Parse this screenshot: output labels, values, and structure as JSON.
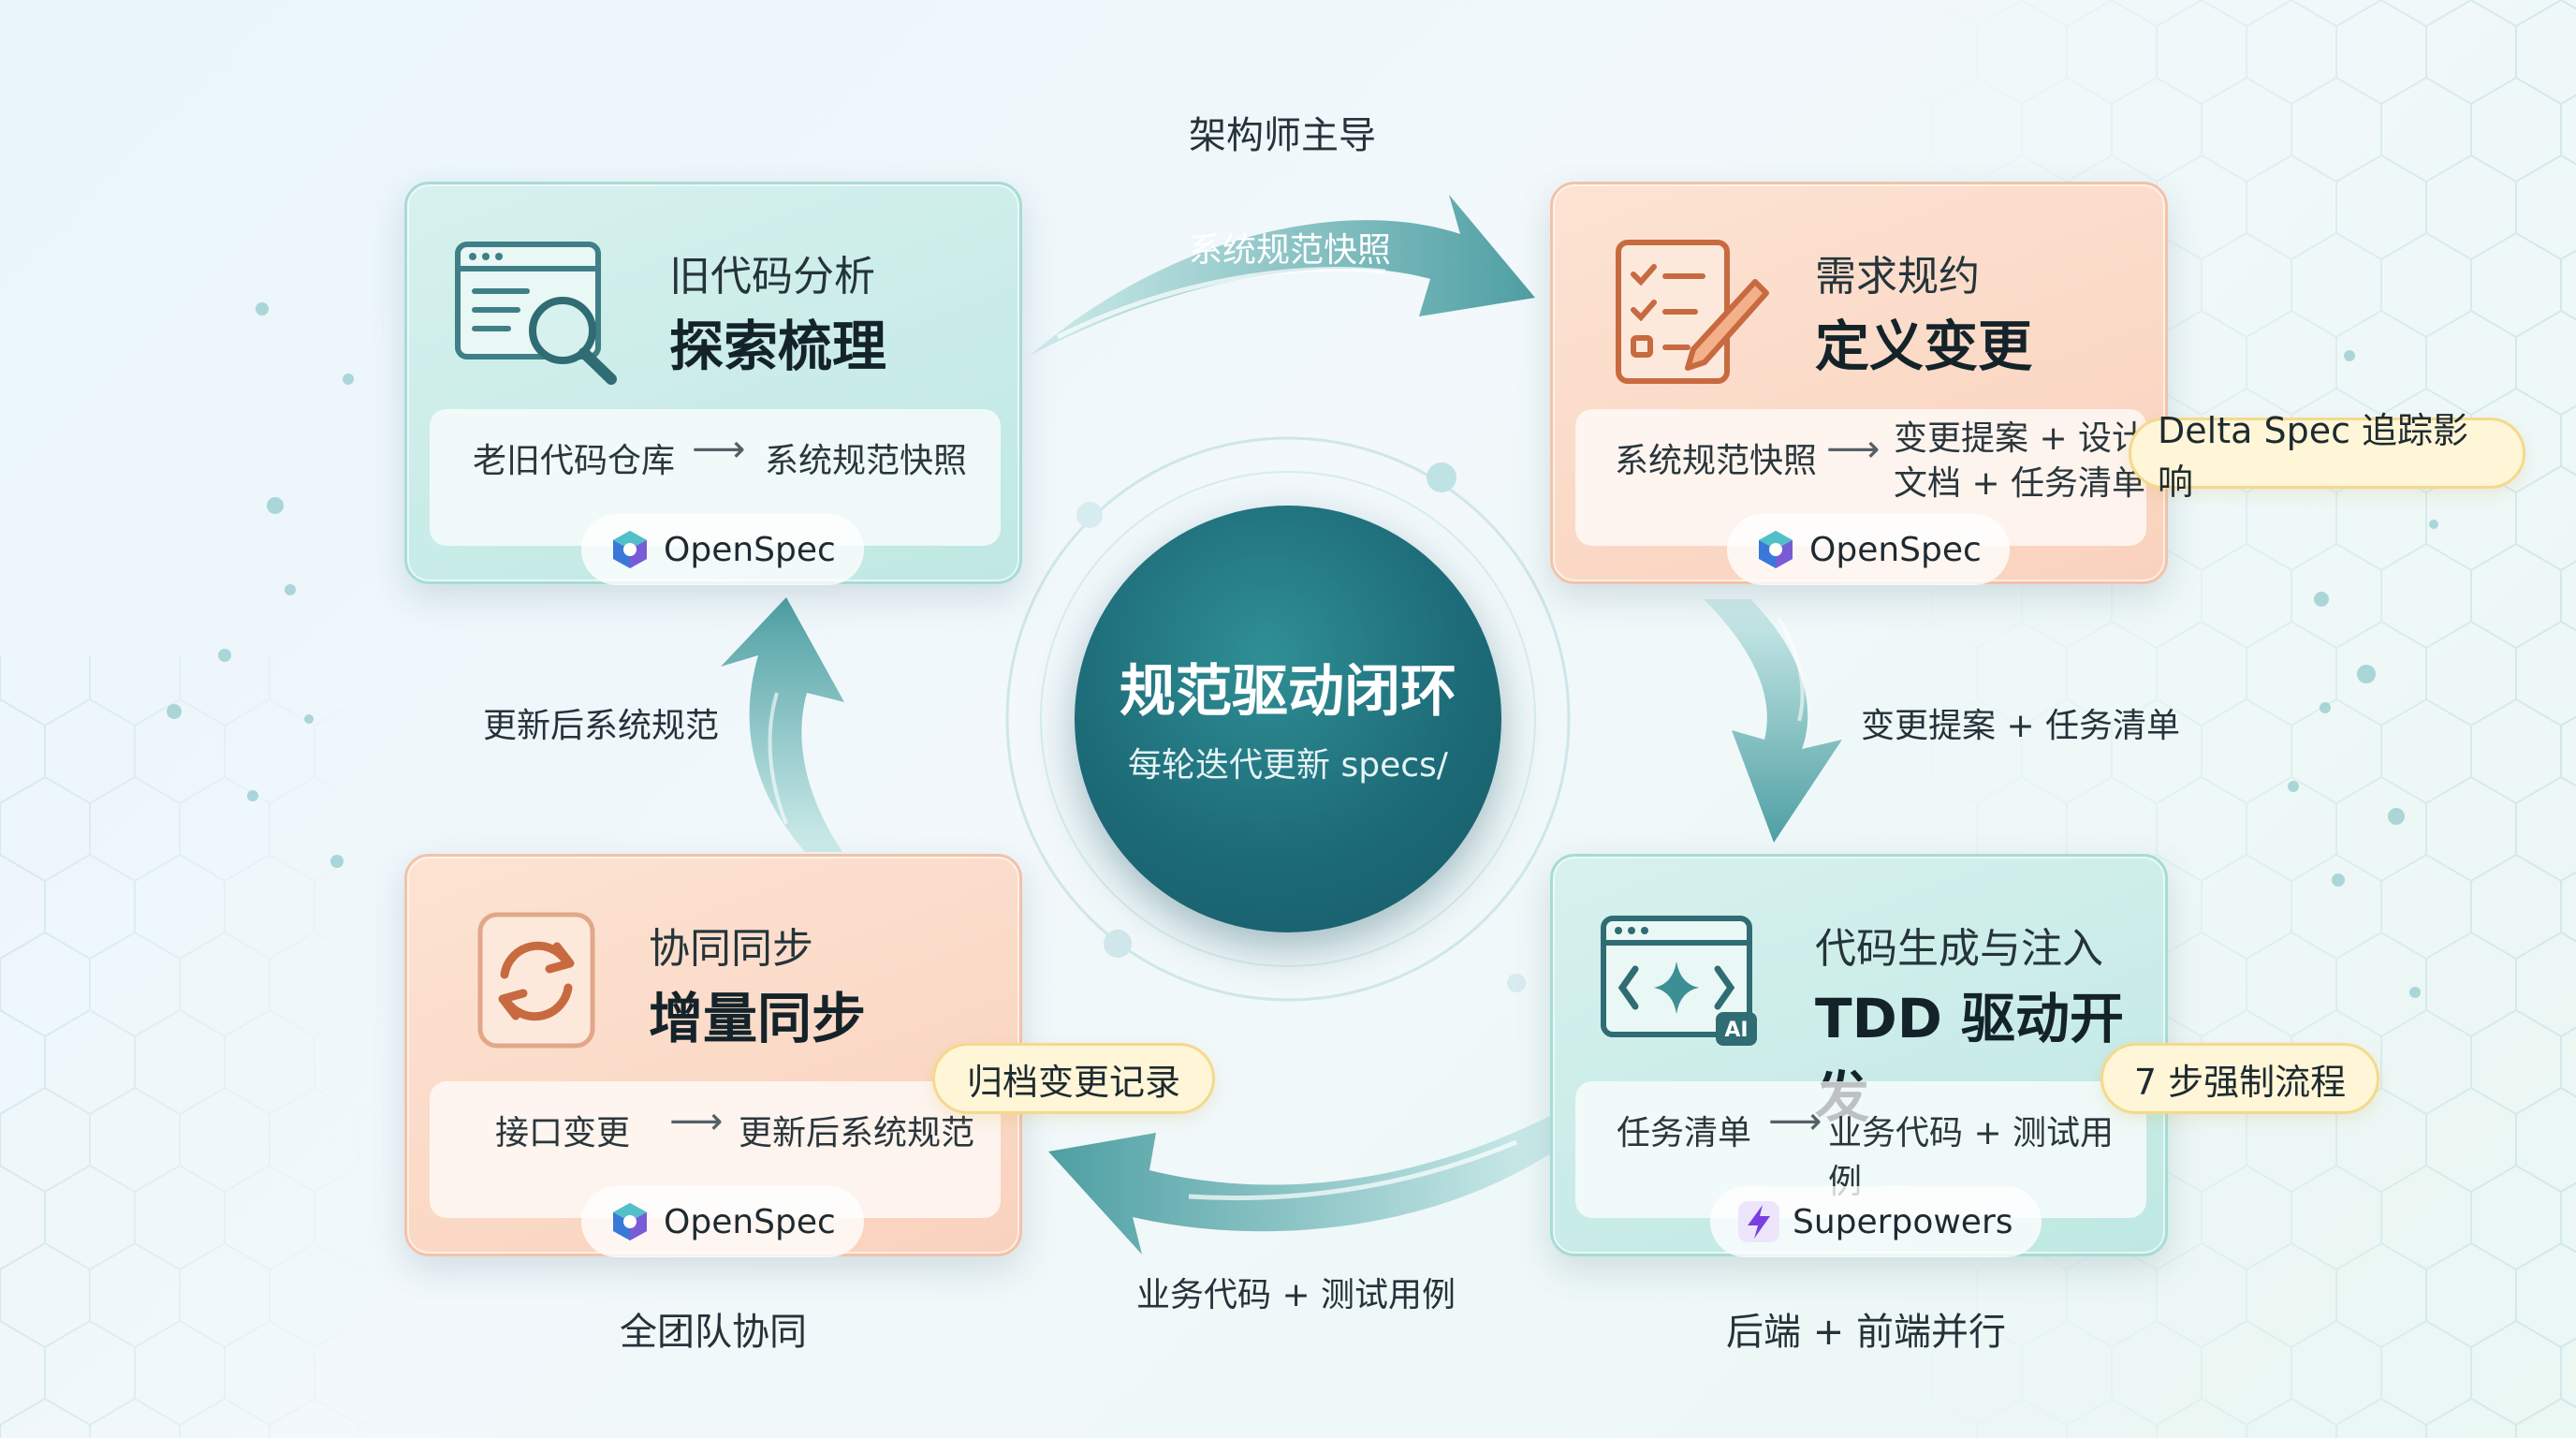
{
  "center": {
    "title": "规范驱动闭环",
    "subtitle": "每轮迭代更新 specs/"
  },
  "cards": {
    "analyze": {
      "subtitle": "旧代码分析",
      "title": "探索梳理",
      "flow_from": "老旧代码仓库",
      "flow_arrow": "⟶",
      "flow_to": "系统规范快照",
      "tool": "OpenSpec",
      "icon": "code-search-icon"
    },
    "spec": {
      "subtitle": "需求规约",
      "title": "定义变更",
      "flow_from": "系统规范快照",
      "flow_arrow": "⟶",
      "flow_to_line1": "变更提案 + 设计",
      "flow_to_line2": "文档 + 任务清单",
      "tool": "OpenSpec",
      "icon": "checklist-pen-icon"
    },
    "generate": {
      "subtitle": "代码生成与注入",
      "title": "TDD 驱动开发",
      "flow_from": "任务清单",
      "flow_arrow": "⟶",
      "flow_to": "业务代码 + 测试用例",
      "tool": "Superpowers",
      "icon": "ai-window-icon"
    },
    "sync": {
      "subtitle": "协同同步",
      "title": "增量同步",
      "flow_from": "接口变更",
      "flow_arrow": "⟶",
      "flow_to": "更新后系统规范",
      "tool": "OpenSpec",
      "icon": "sync-arrows-icon"
    }
  },
  "tags": {
    "delta": "Delta Spec 追踪影响",
    "seven_steps": "7 步强制流程",
    "archive": "归档变更记录"
  },
  "labels": {
    "top": "架构师主导",
    "top_arrow": "系统规范快照",
    "right_arrow": "变更提案 + 任务清单",
    "bottom_arrow": "业务代码 + 测试用例",
    "left_arrow": "更新后系统规范",
    "bottom_right": "后端 + 前端并行",
    "bottom_left": "全团队协同"
  },
  "colors": {
    "teal_card": "#bfe8e3",
    "peach_card": "#f9d2bd",
    "arrow": "#5aa7aa",
    "center": "#1d6b78",
    "tag": "#fff6d8"
  }
}
